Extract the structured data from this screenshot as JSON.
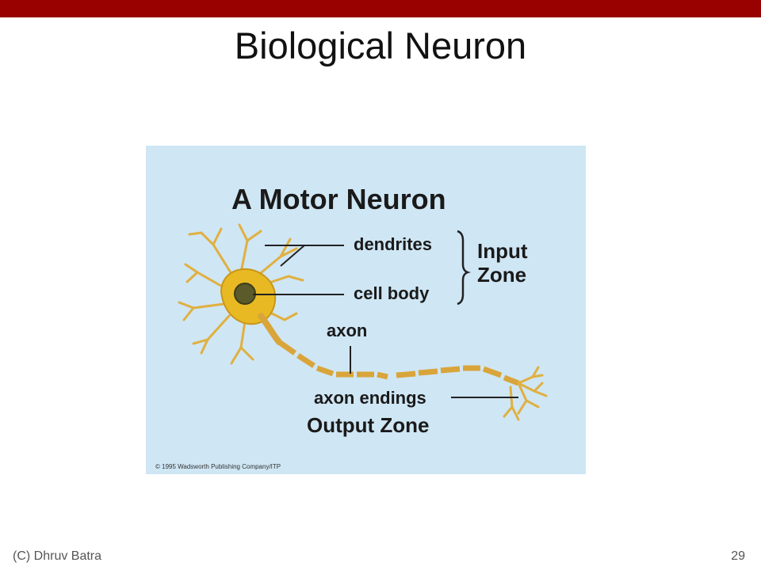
{
  "slide": {
    "title": "Biological Neuron",
    "footer_author": "(C) Dhruv Batra",
    "page_number": "29"
  },
  "figure": {
    "heading": "A Motor Neuron",
    "labels": {
      "dendrites": "dendrites",
      "cell_body": "cell body",
      "input_zone_line1": "Input",
      "input_zone_line2": "Zone",
      "axon": "axon",
      "axon_endings": "axon endings",
      "output_zone": "Output Zone"
    },
    "copyright": "© 1995 Wadsworth Publishing Company/ITP",
    "colors": {
      "background": "#cfe6f4",
      "cell": "#e8b923",
      "nucleus": "#5a5a2a",
      "axon": "#d9a53a",
      "accent_bar": "#990000"
    }
  }
}
